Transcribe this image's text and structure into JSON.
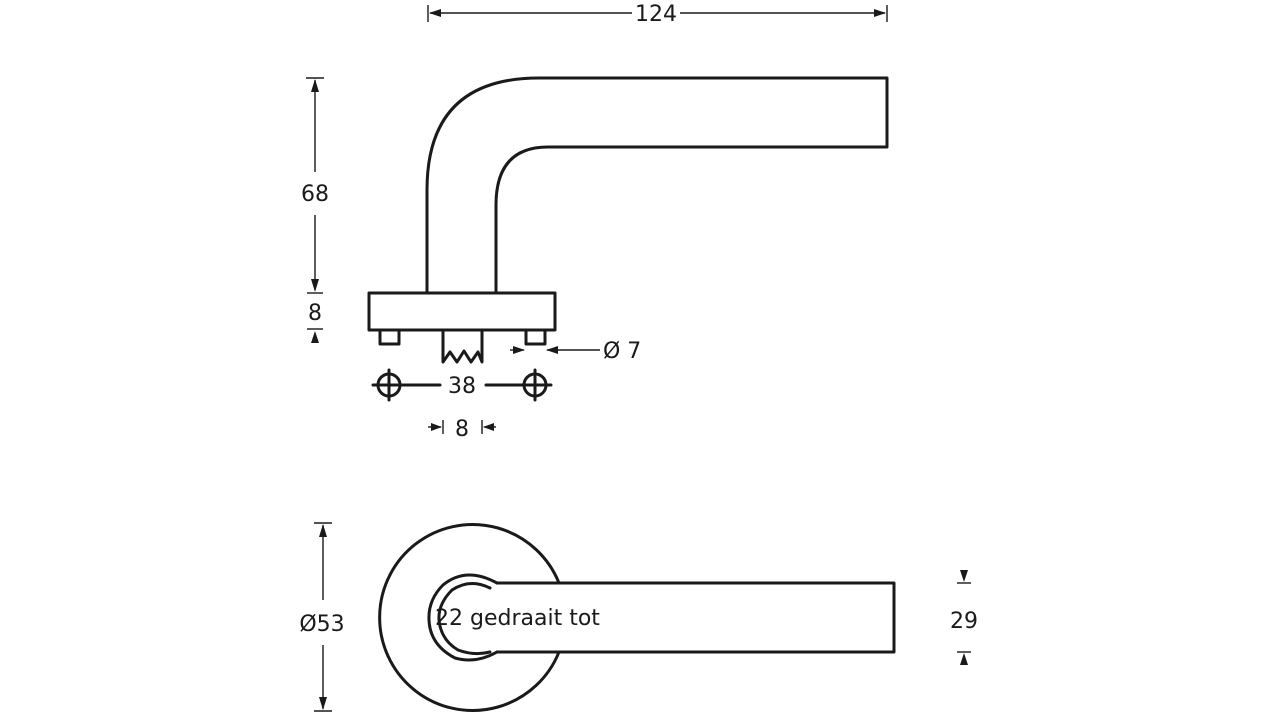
{
  "dimensions": {
    "total_length": "124",
    "height": "68",
    "rose_thickness": "8",
    "pin_diameter": "Ø 7",
    "hole_spacing": "38",
    "spindle_size": "8",
    "rose_diameter": "Ø53",
    "grip_height": "29"
  },
  "annotation": "22 gedraait tot",
  "colors": {
    "line": "#1a1a1a",
    "background": "#ffffff"
  }
}
